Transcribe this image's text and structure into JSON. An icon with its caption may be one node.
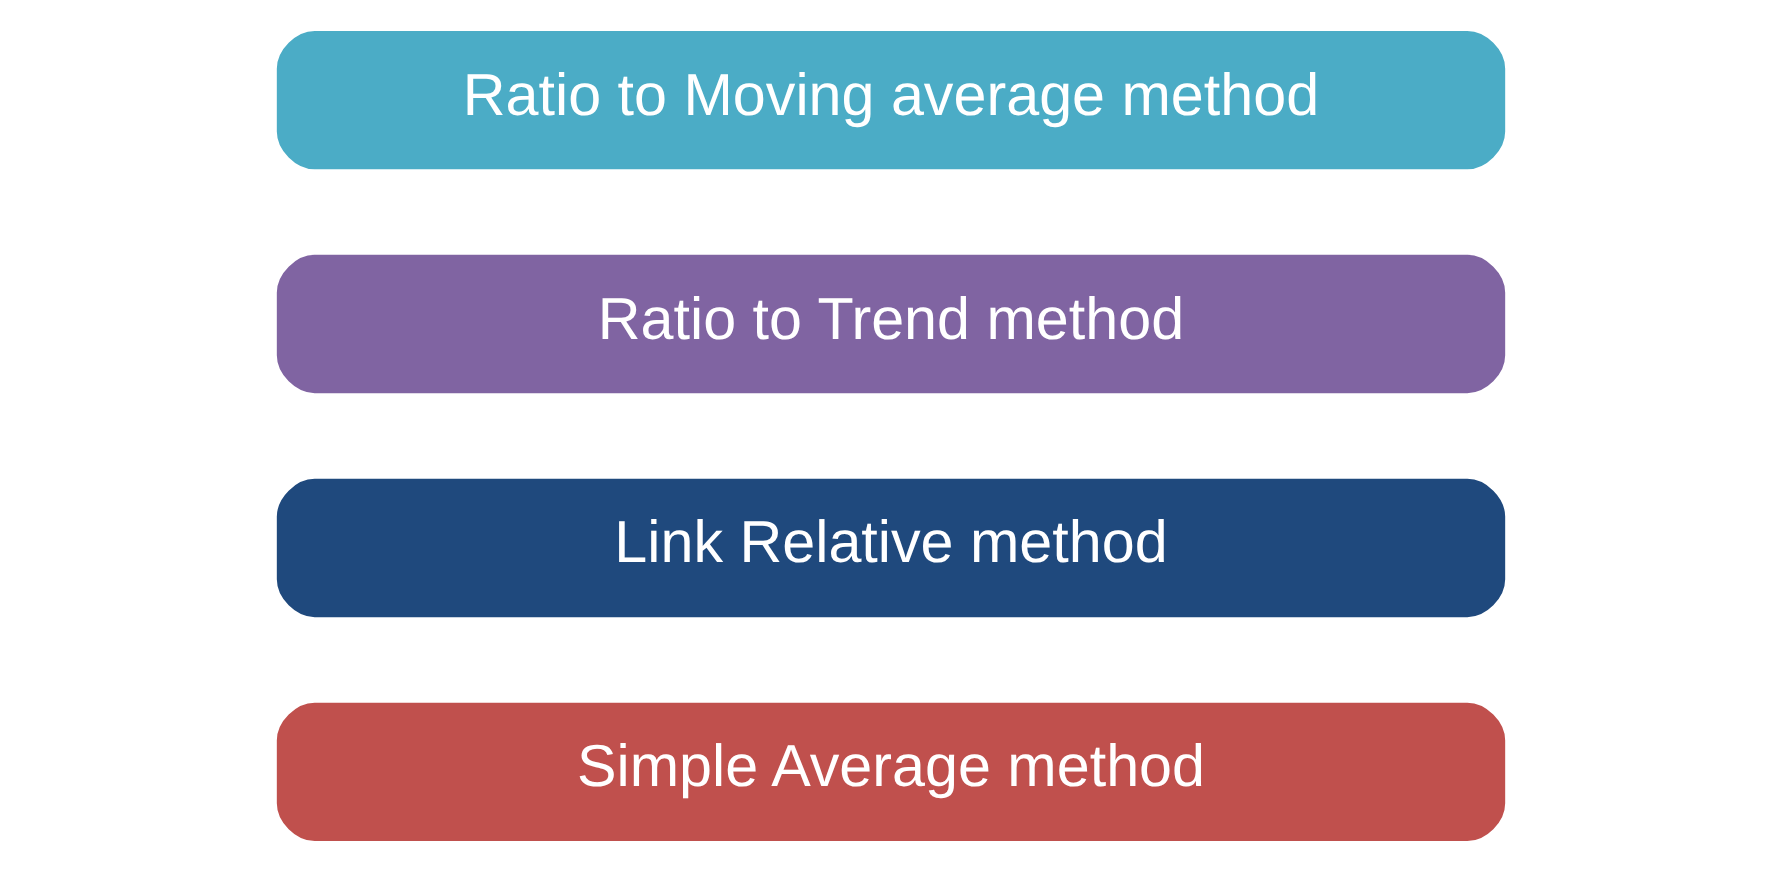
{
  "diagram": {
    "nodes": [
      {
        "text": [
          "Simple Average method"
        ]
      },
      {
        "text": [
          "Link Relative method"
        ]
      },
      {
        "text": [
          "Ratio to Trend method"
        ]
      },
      {
        "text": [
          "Ratio to Moving average method"
        ]
      }
    ]
  }
}
